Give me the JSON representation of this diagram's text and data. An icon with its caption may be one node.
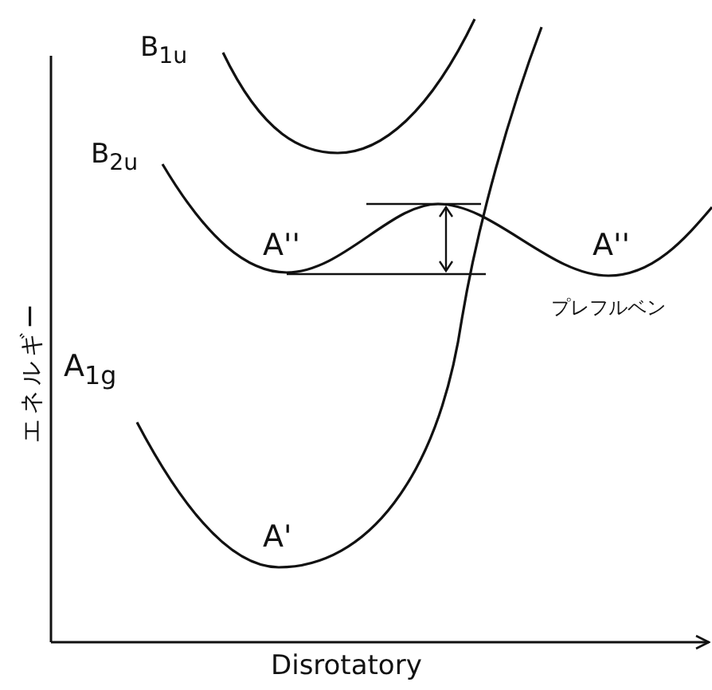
{
  "diagram": {
    "labels": [
      "B$_{1u}$",
      "B$_{2u}$",
      "A''",
      "A''",
      "プレフルベン",
      "エネルギー",
      "A$_{1g}$",
      "A'",
      "Disrotatory"
    ]
  }
}
